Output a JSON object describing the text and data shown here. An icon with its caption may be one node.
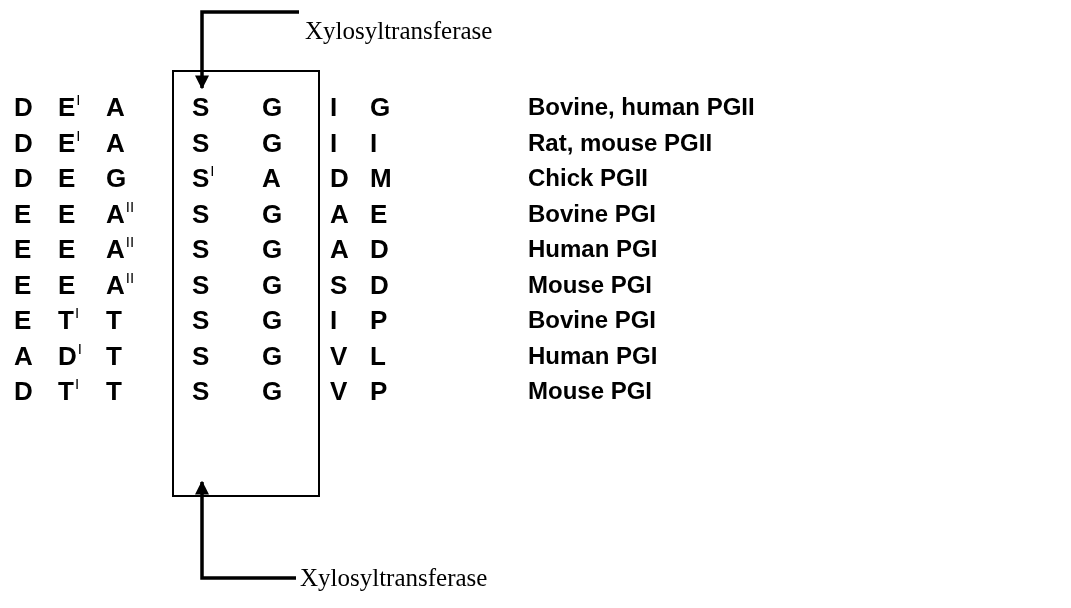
{
  "diagram": {
    "nodes": [
      {
        "text": [
          "Xylosyltransferase"
        ]
      },
      {
        "text": [],
        "shape": "box"
      },
      {
        "text": [
          "Xylosyltransferase"
        ]
      }
    ],
    "edges": [
      {
        "from": 0,
        "to": 1,
        "arrow": "to"
      },
      {
        "from": 2,
        "to": 1,
        "arrow": "to"
      }
    ],
    "labels": [
      "D",
      "E$^{I}$",
      "A",
      "S",
      "G",
      "I",
      "G",
      "Bovine, human PGII",
      "D",
      "E$^{I}$",
      "A",
      "S",
      "G",
      "I",
      "I",
      "Rat, mouse PGII",
      "D",
      "E",
      "G",
      "S$^{I}$",
      "A",
      "D",
      "M",
      "Chick  PGII",
      "E",
      "E",
      "A$^{II}$",
      "S",
      "G",
      "A",
      "E",
      "Bovine  PGI",
      "E",
      "E",
      "A$^{II}$",
      "S",
      "G",
      "A",
      "D",
      "Human PGI",
      "E",
      "E",
      "A$^{II}$",
      "S",
      "G",
      "S",
      "D",
      "Mouse PGI",
      "E",
      "T$^{I}$",
      "T",
      "S",
      "G",
      "I",
      "P",
      "Bovine PGI",
      "A",
      "D$^{I}$",
      "T",
      "S",
      "G",
      "V",
      "L",
      "Human PGI",
      "D",
      "T$^{I}$",
      "T",
      "S",
      "G",
      "V",
      "P",
      "Mouse PGI"
    ]
  }
}
